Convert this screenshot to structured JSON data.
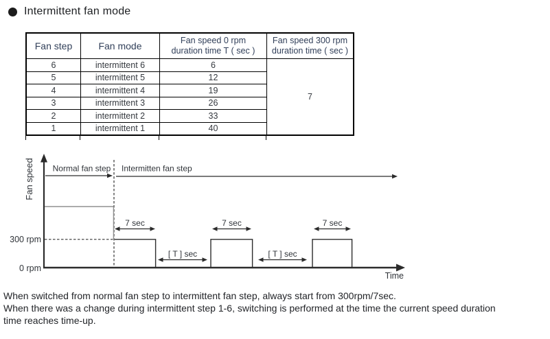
{
  "title": "Intermittent fan mode",
  "table": {
    "columns": [
      {
        "label": "Fan step"
      },
      {
        "label": "Fan mode"
      },
      {
        "line1": "Fan speed 0 rpm",
        "line2": "duration time T ( sec )"
      },
      {
        "line1": "Fan speed 300 rpm",
        "line2": "duration time ( sec )"
      }
    ],
    "rows": [
      {
        "step": "6",
        "mode": "intermittent 6",
        "duration_0rpm": "6"
      },
      {
        "step": "5",
        "mode": "intermittent 5",
        "duration_0rpm": "12"
      },
      {
        "step": "4",
        "mode": "intermittent 4",
        "duration_0rpm": "19"
      },
      {
        "step": "3",
        "mode": "intermittent 3",
        "duration_0rpm": "26"
      },
      {
        "step": "2",
        "mode": "intermittent 2",
        "duration_0rpm": "33"
      },
      {
        "step": "1",
        "mode": "intermittent 1",
        "duration_0rpm": "40"
      }
    ],
    "duration_300rpm": "7"
  },
  "diagram": {
    "y_axis_label": "Fan speed",
    "phase_normal": "Normal fan step",
    "phase_intermittent": "Intermitten fan step",
    "pulse_width_label": "7 sec",
    "gap_width_label": "[ T ] sec",
    "y_300": "300 rpm",
    "y_0": "0 rpm",
    "x_axis_label": "Time"
  },
  "notes": [
    "When switched from normal fan step to intermittent fan step, always start from 300rpm/7sec.",
    "When there was a change during intermittent step 1-6, switching is performed at the time the current speed duration time reaches time-up."
  ],
  "colors": {
    "line": "#2b2b2b",
    "normal_level_gray": "#919191",
    "text": "#2f3338"
  }
}
